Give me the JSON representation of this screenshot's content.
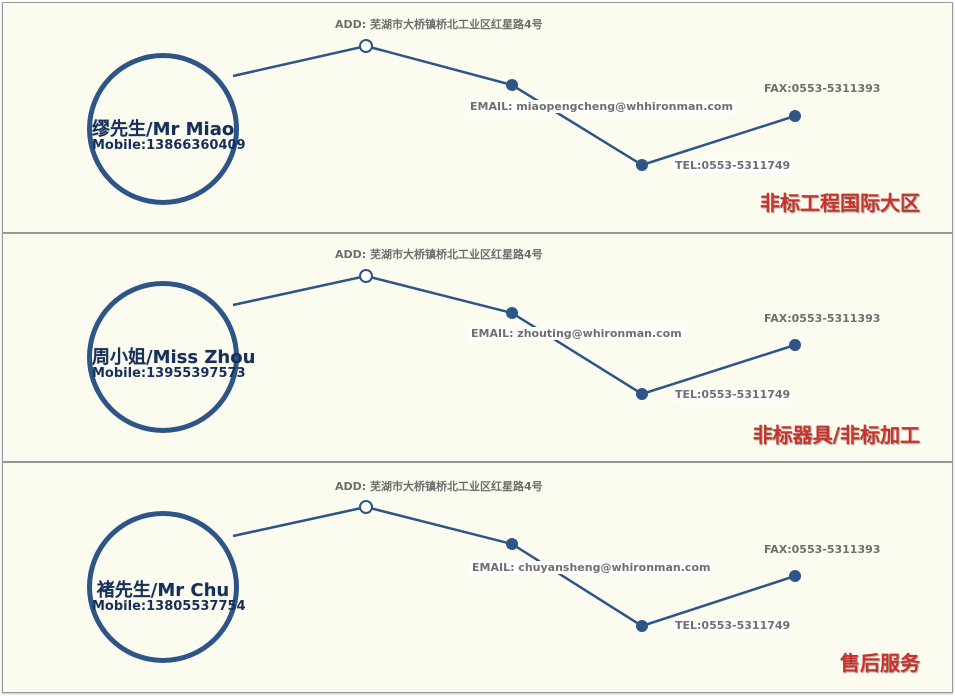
{
  "colors": {
    "line": "#2e5588",
    "name": "#17305a",
    "department": "#c8322b",
    "label": "#6f6f6f",
    "card_bg": "#fcfbf0"
  },
  "contacts": [
    {
      "name": "缪先生/Mr Miao",
      "mobile": "Mobile:13866360409",
      "address": "ADD: 芜湖市大桥镇桥北工业区红星路4号",
      "email": "EMAIL: miaopengcheng@whhironman.com",
      "fax": "FAX:0553-5311393",
      "tel": "TEL:0553-5311749",
      "department": "非标工程国际大区"
    },
    {
      "name": "周小姐/Miss Zhou",
      "mobile": "Mobile:13955397573",
      "address": "ADD: 芜湖市大桥镇桥北工业区红星路4号",
      "email": "EMAIL: zhouting@whironman.com",
      "fax": "FAX:0553-5311393",
      "tel": "TEL:0553-5311749",
      "department": "非标器具/非标加工"
    },
    {
      "name": "褚先生/Mr Chu",
      "mobile": "Mobile:13805537754",
      "address": "ADD: 芜湖市大桥镇桥北工业区红星路4号",
      "email": "EMAIL: chuyansheng@whironman.com",
      "fax": "FAX:0553-5311393",
      "tel": "TEL:0553-5311749",
      "department": "售后服务"
    }
  ]
}
